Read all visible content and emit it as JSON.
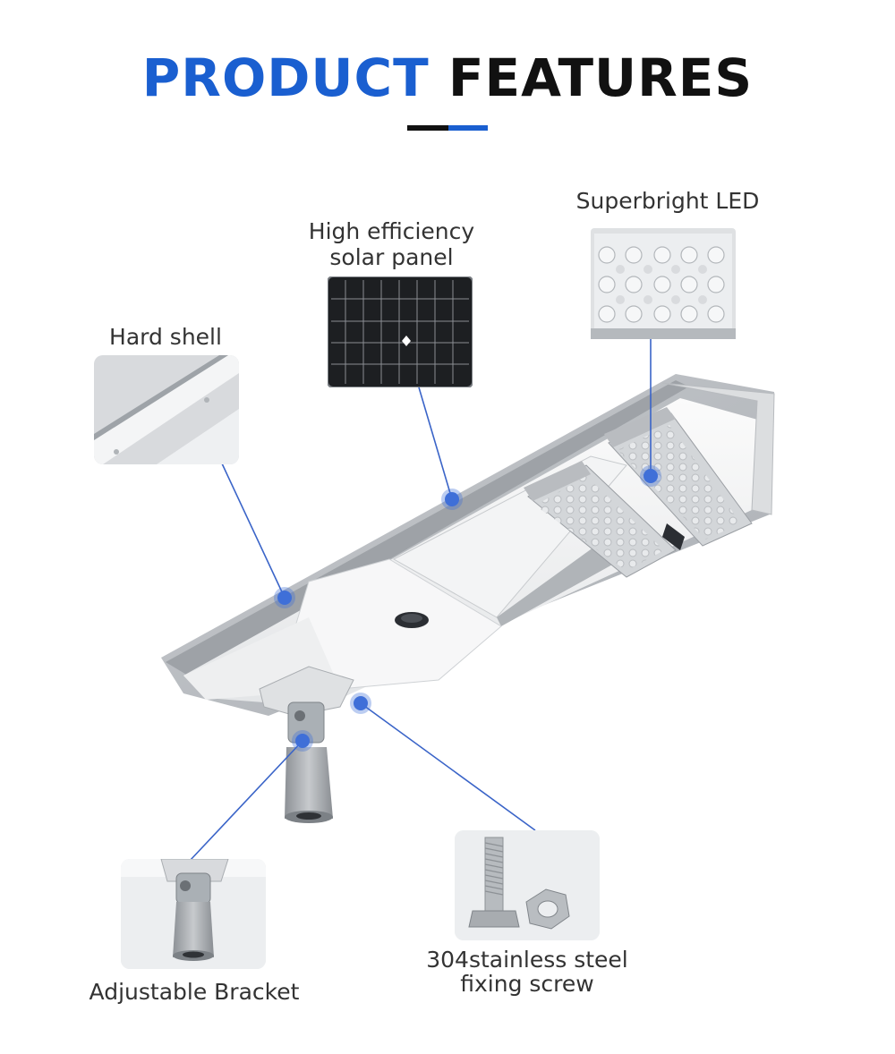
{
  "header": {
    "title_highlight": "PRODUCT",
    "title_rest": "FEATURES"
  },
  "features": {
    "hard_shell": "Hard shell",
    "solar_panel_line1": "High efficiency",
    "solar_panel_line2": "solar panel",
    "superbright_led": "Superbright LED",
    "adjustable_bracket": "Adjustable Bracket",
    "screw_line1": "304stainless steel",
    "screw_line2": "fixing screw"
  },
  "colors": {
    "accent": "#1a5fd0",
    "title_dark": "#111111",
    "callout_dot": "#3f6fd8",
    "callout_line": "#3a64c8"
  }
}
